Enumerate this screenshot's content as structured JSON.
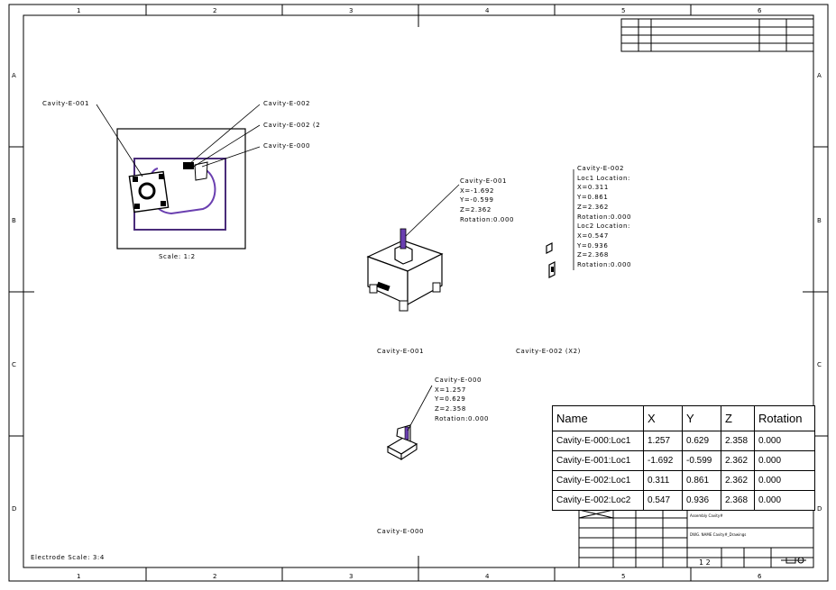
{
  "zones": {
    "cols": [
      "1",
      "2",
      "3",
      "4",
      "5",
      "6"
    ],
    "rows": [
      "A",
      "B",
      "C",
      "D"
    ]
  },
  "detail_view": {
    "callouts": [
      "Cavity-E-001",
      "Cavity-E-002",
      "Cavity-E-002 (2",
      "Cavity-E-000"
    ],
    "scale": "Scale:  1:2"
  },
  "views": {
    "e001": {
      "info": [
        "Cavity-E-001",
        "X=-1.692",
        "Y=-0.599",
        "Z=2.362",
        "Rotation:0.000"
      ],
      "caption": "Cavity-E-001"
    },
    "e002": {
      "info": [
        "Cavity-E-002",
        "Loc1 Location:",
        "X=0.311",
        "Y=0.861",
        "Z=2.362",
        "Rotation:0.000",
        "Loc2 Location:",
        "X=0.547",
        "Y=0.936",
        "Z=2.368",
        "Rotation:0.000"
      ],
      "caption": "Cavity-E-002 (X2)"
    },
    "e000": {
      "info": [
        "Cavity-E-000",
        "X=1.257",
        "Y=0.629",
        "Z=2.358",
        "Rotation:0.000"
      ],
      "caption": "Cavity-E-000"
    }
  },
  "electrode_scale": "Electrode Scale: 3:4",
  "position_table": {
    "headers": [
      "Name",
      "X",
      "Y",
      "Z",
      "Rotation"
    ],
    "rows": [
      [
        "Cavity-E-000:Loc1",
        "1.257",
        "0.629",
        "2.358",
        "0.000"
      ],
      [
        "Cavity-E-001:Loc1",
        "-1.692",
        "-0.599",
        "2.362",
        "0.000"
      ],
      [
        "Cavity-E-002:Loc1",
        "0.311",
        "0.861",
        "2.362",
        "0.000"
      ],
      [
        "Cavity-E-002:Loc2",
        "0.547",
        "0.936",
        "2.368",
        "0.000"
      ]
    ]
  },
  "title_block": {
    "title": "Assembly Cavity#",
    "dwg_name": "DWG. NAME Cavity#_Drawings",
    "sheet": "1 2"
  }
}
